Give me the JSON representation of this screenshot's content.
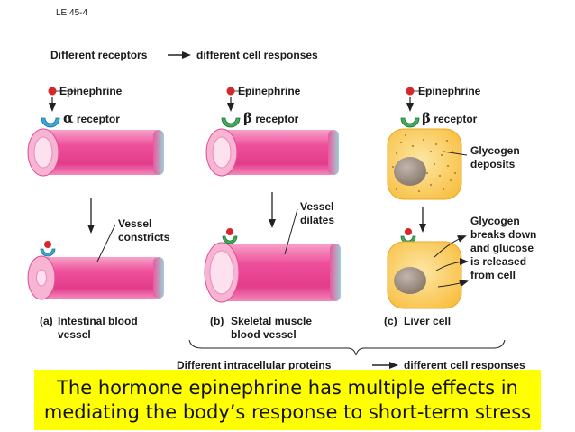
{
  "slide_label": "LE 45-4",
  "top_banner": {
    "left": "Different receptors",
    "right": "different cell responses"
  },
  "panels": [
    {
      "letter": "(a)",
      "title_line1": "Intestinal blood",
      "title_line2": "vessel",
      "ligand": "Epinephrine",
      "receptor_symbol": "α",
      "receptor_word": "receptor",
      "response_line1": "Vessel",
      "response_line2": "constricts"
    },
    {
      "letter": "(b)",
      "title_line1": "Skeletal muscle",
      "title_line2": "blood vessel",
      "ligand": "Epinephrine",
      "receptor_symbol": "β",
      "receptor_word": "receptor",
      "response_line1": "Vessel",
      "response_line2": "dilates"
    },
    {
      "letter": "(c)",
      "title_line1": "Liver cell",
      "title_line2": "",
      "ligand": "Epinephrine",
      "receptor_symbol": "β",
      "receptor_word": "receptor",
      "deposit_line1": "Glycogen",
      "deposit_line2": "deposits",
      "response_lines": [
        "Glycogen",
        "breaks down",
        "and glucose",
        "is released",
        "from cell"
      ]
    }
  ],
  "bottom_banner": {
    "left": "Different intracellular proteins",
    "right": "different cell responses"
  },
  "caption": {
    "line1": "The hormone epinephrine has multiple effects in",
    "line2": "mediating the body’s response to short-term stress"
  },
  "colors": {
    "vessel_pink": "#ee4f9b",
    "vessel_lumen": "#f9c6de",
    "liver_cell": "#fbd46a",
    "nucleus": "#9b8b80",
    "receptor_alpha": "#3aa7dd",
    "receptor_beta": "#3fae5c",
    "ligand_red": "#d7262c",
    "caption_bg": "#ffff00"
  }
}
